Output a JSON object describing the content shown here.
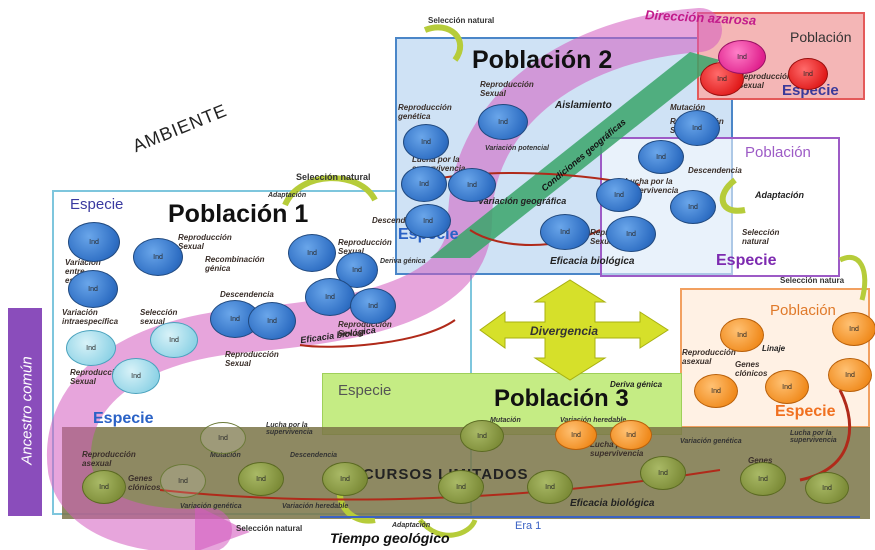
{
  "ambiente": "AMBIENTE",
  "ancestro": "Ancestro común",
  "tiempo": "Tiempo geológico",
  "era": "Era 1",
  "recursos": "RECURSOS LIMITADOS",
  "divergencia": "Divergencia",
  "direccion": "Dirección azarosa",
  "pop1": {
    "title": "Población 1",
    "especie": "Especie"
  },
  "pop2": {
    "title": "Población 2",
    "especie": "Especie"
  },
  "pop3": {
    "title": "Población 3",
    "especie": "Especie"
  },
  "popPurple": {
    "title": "Población",
    "especie": "Especie"
  },
  "popOrange": {
    "title": "Población",
    "especie": "Especie"
  },
  "popRed": {
    "title": "Población",
    "especie": "Especie"
  },
  "especieBottom": "Especie",
  "especieLeft": "Especie",
  "ind": "Ind",
  "concepts": {
    "seleccionNatural": "Selección natural",
    "adaptacion": "Adaptación",
    "aislamiento": "Aislamiento",
    "condiciones": "Condiciones geográficas",
    "variacionGeografica": "Variación geográfica",
    "eficaciaBiologica": "Eficacia biológica",
    "derivaGenica": "Deriva génica",
    "descendencia": "Descendencia",
    "reproduccionSexual": "Reproducción Sexual",
    "reproduccionAsexual": "Reproducción asexual",
    "recombinacion": "Recombinación génica",
    "linaje": "Linaje",
    "mutacion": "Mutación",
    "variacionHeredable": "Variación heredable",
    "variacionGenetica": "Variación genética",
    "luchaSupervivencia": "Lucha por la supervivencia",
    "variacionPotencial": "Variación potencial",
    "seleccionSexual": "Selección sexual",
    "variacionIntraespecifica": "Variación intraespecífica",
    "variacionEspecies": "Variación entre especies",
    "reproduccionGenetica": "Reproducción genética",
    "genesClonicos": "Genes clónicos",
    "seleccionNaturalShort": "Selección natura"
  },
  "colors": {
    "blueFrame": "#4a86c8",
    "purple": "#9d5bc6",
    "orange": "#f08a1c",
    "green": "#b8e06a",
    "olive": "#7f7a48",
    "pinkArrow": "#d45bc0",
    "red": "#e02020"
  }
}
